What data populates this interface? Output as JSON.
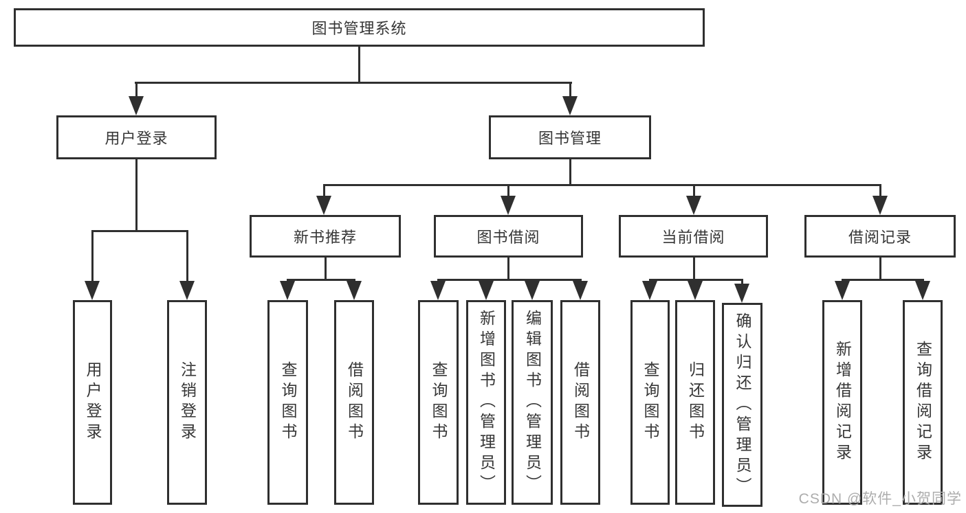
{
  "colors": {
    "line": "#2f2f2f",
    "text": "#363636",
    "background": "#ffffff",
    "watermark": "#adadad"
  },
  "watermark": {
    "text": "CSDN @软件_小贺同学"
  },
  "tree": {
    "root": {
      "label": "图书管理系统",
      "children": [
        {
          "label": "用户登录",
          "children": [
            {
              "label": "用户登录"
            },
            {
              "label": "注销登录"
            }
          ]
        },
        {
          "label": "图书管理",
          "children": [
            {
              "label": "新书推荐",
              "children": [
                {
                  "label": "查询图书"
                },
                {
                  "label": "借阅图书"
                }
              ]
            },
            {
              "label": "图书借阅",
              "children": [
                {
                  "label": "查询图书"
                },
                {
                  "label": "新增图书（管理员）"
                },
                {
                  "label": "编辑图书（管理员）"
                },
                {
                  "label": "借阅图书"
                }
              ]
            },
            {
              "label": "当前借阅",
              "children": [
                {
                  "label": "查询图书"
                },
                {
                  "label": "归还图书"
                },
                {
                  "label": "确认归还（管理员）"
                }
              ]
            },
            {
              "label": "借阅记录",
              "children": [
                {
                  "label": "新增借阅记录"
                },
                {
                  "label": "查询借阅记录"
                }
              ]
            }
          ]
        }
      ]
    }
  }
}
